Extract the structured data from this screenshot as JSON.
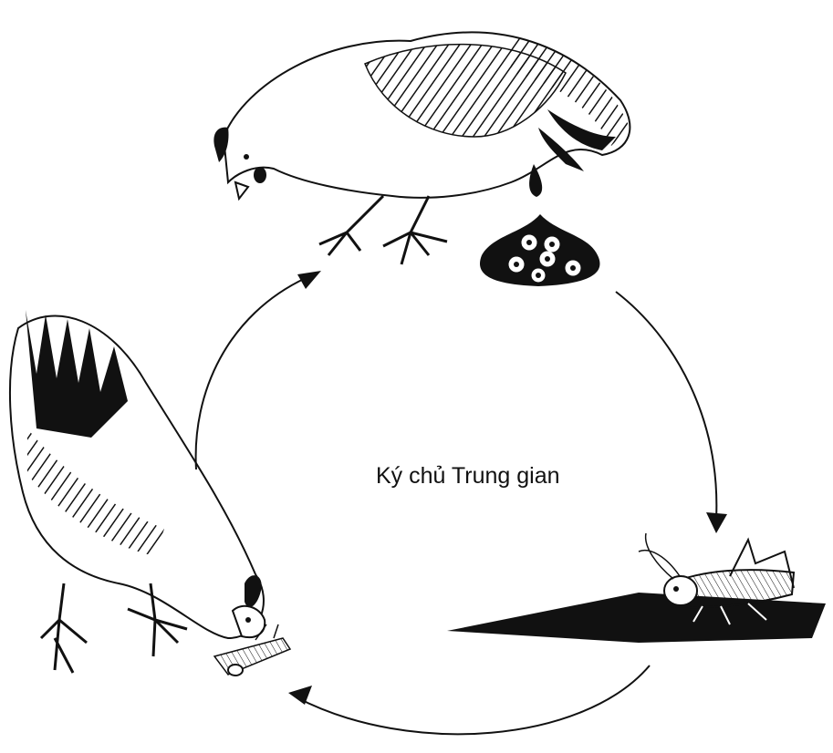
{
  "center_label": "Ký chủ Trung gian",
  "stages": [
    {
      "id": "adult-hen",
      "icon": "hen-icon"
    },
    {
      "id": "egg-dropping",
      "icon": "egg-dropping-icon"
    },
    {
      "id": "grasshopper-host",
      "icon": "grasshopper-icon"
    },
    {
      "id": "hen-eating-grasshopper",
      "icon": "hen-eating-icon"
    }
  ],
  "colors": {
    "ink": "#111111",
    "paper": "#ffffff"
  }
}
